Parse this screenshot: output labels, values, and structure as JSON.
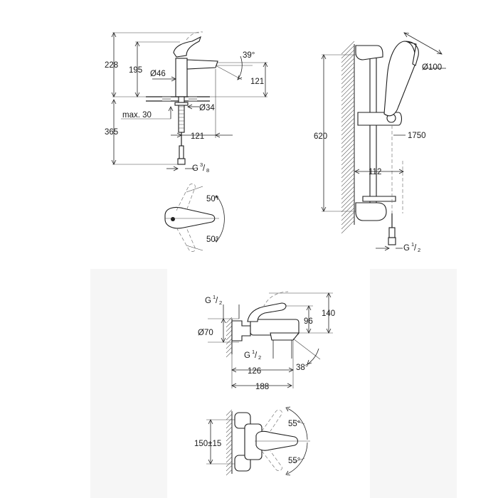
{
  "basin_mixer": {
    "dims": {
      "h_total": "228",
      "h_spout": "195",
      "angle": "39°",
      "body_dia": "Ø46",
      "spout_height": "121",
      "deck_max": "max. 30",
      "hole_dia": "Ø34",
      "below_deck": "365",
      "reach": "121",
      "thread_g": "G",
      "thread_sup": "3",
      "thread_sub": "8"
    },
    "top_view": {
      "angle_upper": "50°",
      "angle_lower": "50°"
    }
  },
  "shower_set": {
    "dims": {
      "rail_length": "620",
      "head_dia": "Ø100",
      "hose_length": "1750",
      "rail_offset": "112",
      "thread_g": "G",
      "thread_sup": "1",
      "thread_sub": "2"
    }
  },
  "bath_mixer": {
    "dims": {
      "inlet_g": "G",
      "inlet_sup": "1",
      "inlet_sub": "2",
      "outlet_g": "G",
      "outlet_sup": "1",
      "outlet_sub": "2",
      "h_total": "140",
      "spout_h": "96",
      "body_dia": "Ø70",
      "spout_reach": "126",
      "spout_angle": "38°",
      "overall_reach": "188"
    },
    "top_view": {
      "centres": "150±15",
      "angle_upper": "55°",
      "angle_lower": "55°"
    }
  },
  "colors": {
    "line": "#1d1d1d",
    "panel": "#f6f6f6",
    "hatch": "#666666"
  }
}
